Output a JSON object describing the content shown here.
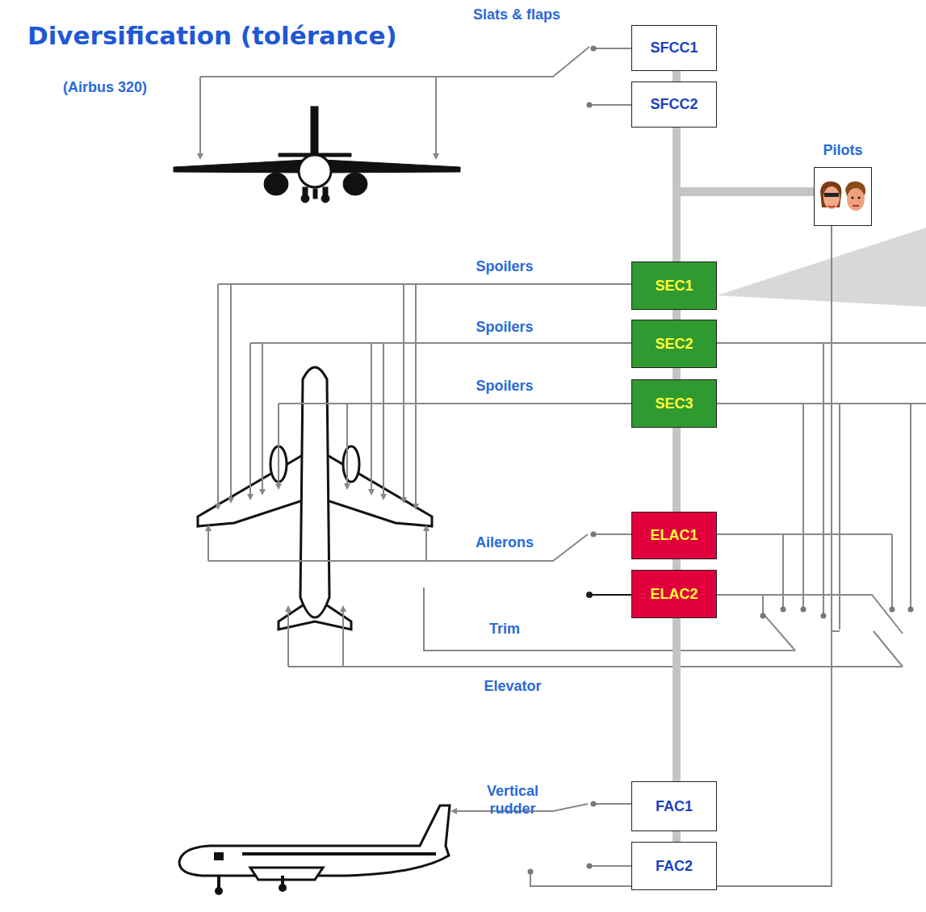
{
  "diagram": {
    "title": "Diversification (tolérance)",
    "nodes": [
      {
        "text": [
          "SFCC1"
        ]
      },
      {
        "text": [
          "SFCC2"
        ]
      },
      {
        "text": [
          "Pilots"
        ]
      },
      {
        "text": [
          "SEC1"
        ]
      },
      {
        "text": [
          "SEC2"
        ]
      },
      {
        "text": [
          "SEC3"
        ]
      },
      {
        "text": [
          "ELAC1"
        ]
      },
      {
        "text": [
          "ELAC2"
        ]
      },
      {
        "text": [
          "FAC1"
        ]
      },
      {
        "text": [
          "FAC2"
        ]
      }
    ],
    "edges": [
      {
        "from": 2,
        "to": 0,
        "arrow": "none"
      },
      {
        "from": 2,
        "to": 1,
        "arrow": "none"
      },
      {
        "from": 2,
        "to": 3,
        "arrow": "none"
      },
      {
        "from": 2,
        "to": 4,
        "arrow": "none"
      },
      {
        "from": 2,
        "to": 5,
        "arrow": "none"
      },
      {
        "from": 2,
        "to": 6,
        "arrow": "none"
      },
      {
        "from": 2,
        "to": 7,
        "arrow": "none"
      },
      {
        "from": 2,
        "to": 8,
        "arrow": "none"
      },
      {
        "from": 2,
        "to": 9,
        "arrow": "none"
      }
    ],
    "labels": [
      "(Airbus 320)",
      "Slats & flaps",
      "Spoilers",
      "Spoilers",
      "Spoilers",
      "Ailerons",
      "Trim",
      "Elevator",
      "Vertical rudder"
    ]
  }
}
